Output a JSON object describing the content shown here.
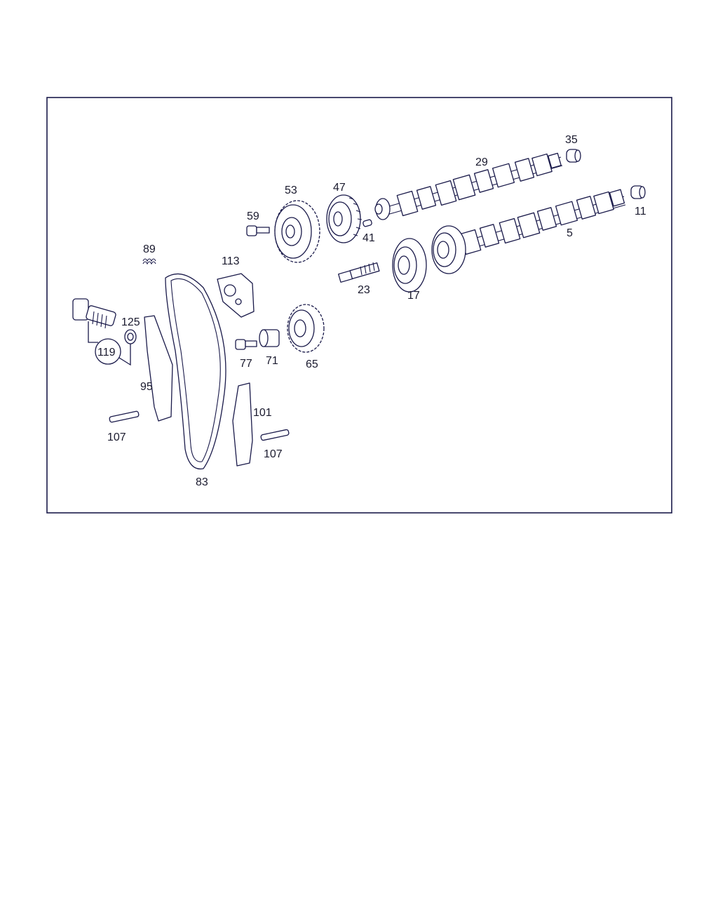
{
  "labels": {
    "l35": "35",
    "l29": "29",
    "l53": "53",
    "l47": "47",
    "l59": "59",
    "l11": "11",
    "l41": "41",
    "l5": "5",
    "l89": "89",
    "l113": "113",
    "l23": "23",
    "l17": "17",
    "l125": "125",
    "l119": "119",
    "l77": "77",
    "l71": "71",
    "l65": "65",
    "l95": "95",
    "l101": "101",
    "l107a": "107",
    "l107b": "107",
    "l83": "83"
  },
  "colors": {
    "line": "#1a1a4a",
    "background": "#ffffff"
  }
}
